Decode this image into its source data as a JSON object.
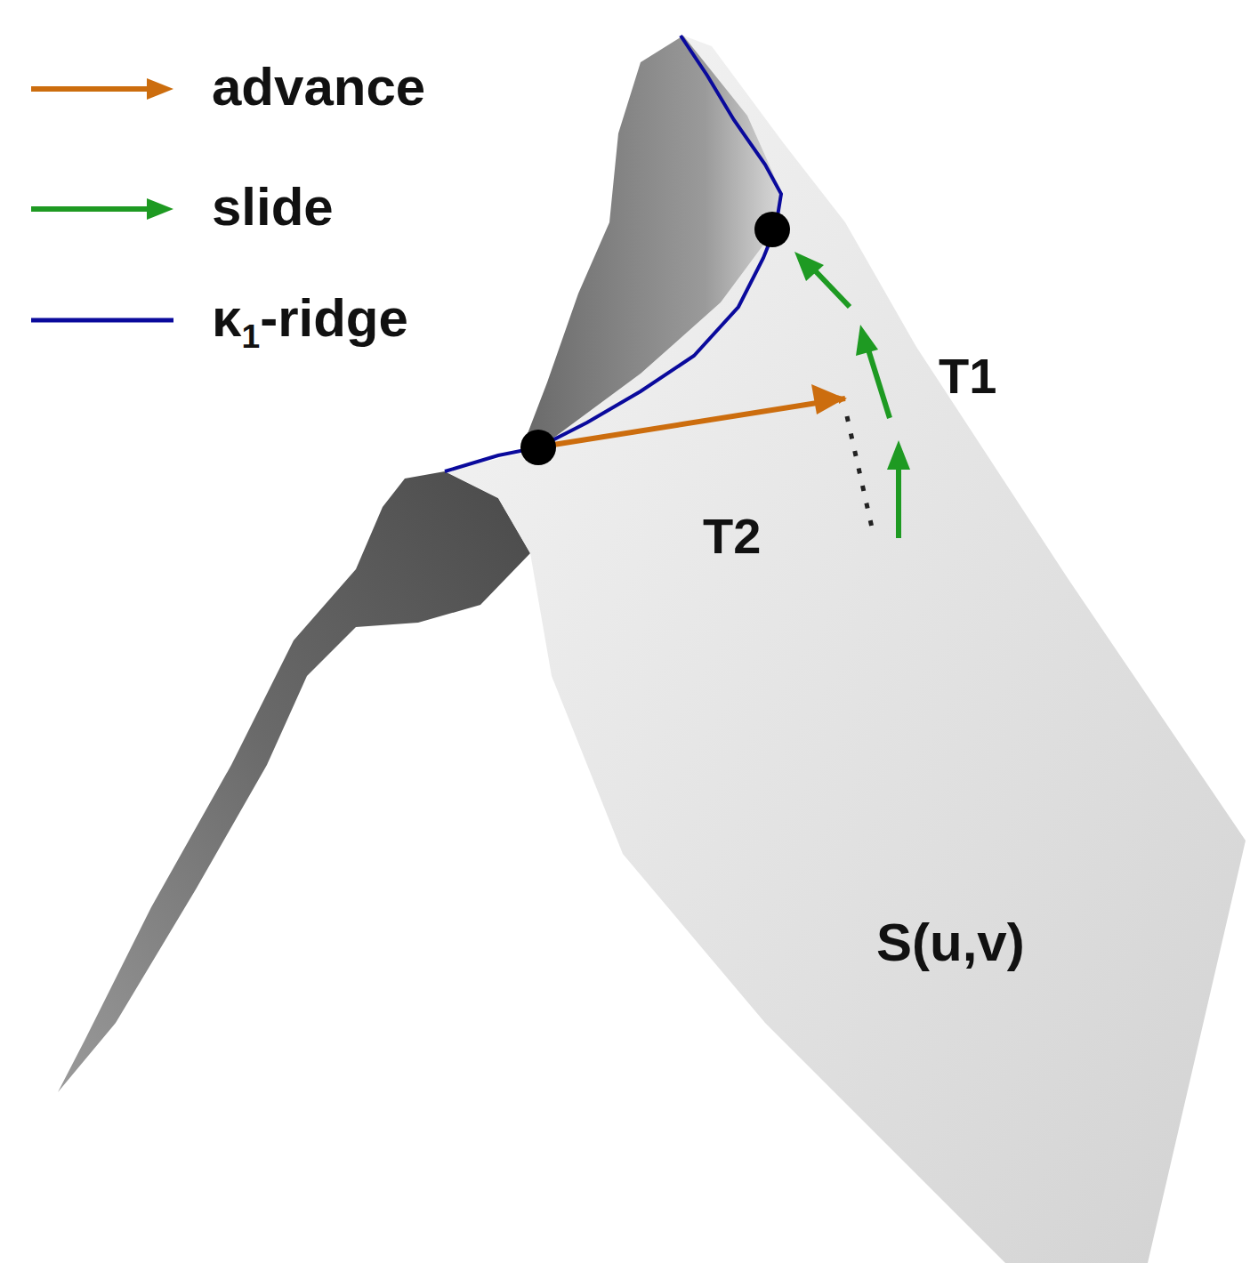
{
  "diagram": {
    "labels": [
      "T1",
      "T2",
      "S(u,v)"
    ],
    "legend": [
      {
        "text": "advance"
      },
      {
        "text": "slide"
      },
      {
        "text": "κ1-ridge"
      }
    ]
  }
}
